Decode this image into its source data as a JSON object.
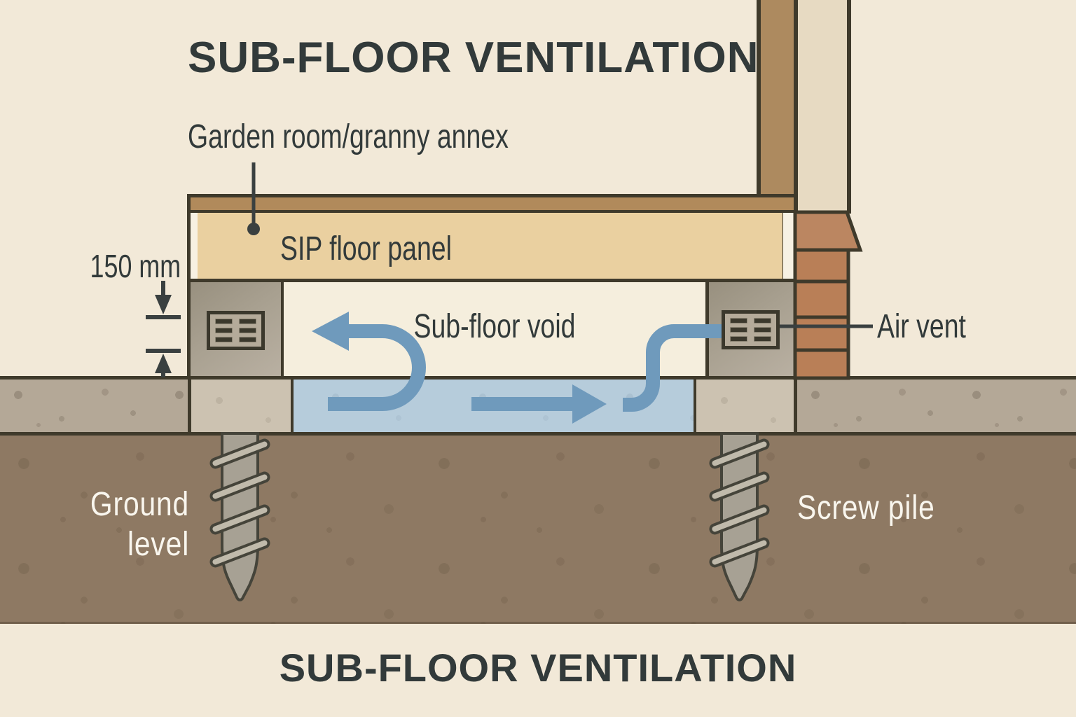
{
  "titles": {
    "top": "SUB-FLOOR VENTILATION",
    "bottom": "SUB-FLOOR VENTILATION"
  },
  "labels": {
    "building": "Garden room/granny annex",
    "floor_panel": "SIP floor panel",
    "subfloor_void": "Sub-floor void",
    "air_vent": "Air vent",
    "void_height": "150 mm",
    "ground_level_line1": "Ground",
    "ground_level_line2": "level",
    "screw_pile": "Screw pile"
  },
  "icons": {
    "air_vent_grille": "rectangular louvre grille, 2 columns x 3 slots",
    "airflow_arrows": "blue curved and straight flow arrows",
    "screw_pile": "helical screw pile shaft with 4 thread flights"
  },
  "colors": {
    "background_cream": "#f2e9d8",
    "outline_dark": "#3f3a2b",
    "text_dark": "#323a3a",
    "text_light": "#f9f6ee",
    "airflow_blue": "#6f9abc",
    "air_channel_blue": "#b6ccdb",
    "sip_panel_tan": "#ead0a0",
    "floor_deck_brown": "#b18a5b",
    "wall_post_brown": "#ad8a5f",
    "wall_panel_beige": "#e7dac2",
    "brick_orange": "#b97f57",
    "brick_cap_orange": "#bb8661",
    "block_gray": "#a8a090",
    "ground_strip_gray": "#b4a897",
    "soil_brown": "#8e7963",
    "pile_gray": "#a7a194",
    "pile_thread_gray": "#c0baab"
  }
}
